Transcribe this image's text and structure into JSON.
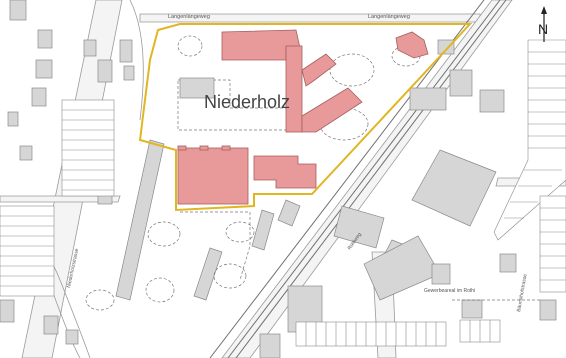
{
  "map": {
    "area_label": "Niederholz",
    "north_label": "N",
    "street_labels": {
      "top_left": "Langenlängeweg",
      "top_right": "Langenlängeweg",
      "middle": "Rüttiweg",
      "lower_right": "Gewerbeareal im Rothi",
      "left": "Niederholzstrasse",
      "right": "Bäumlihofstrasse"
    },
    "colors": {
      "background": "#ffffff",
      "street_fill": "#f2f2f2",
      "building_fill": "#d4d4d4",
      "building_stroke": "#8a8a8a",
      "highlight_fill": "#e8999a",
      "highlight_stroke": "#b56a6a",
      "boundary": "#e2b522",
      "rail": "#6f6f6f",
      "dashed": "#777777"
    }
  }
}
